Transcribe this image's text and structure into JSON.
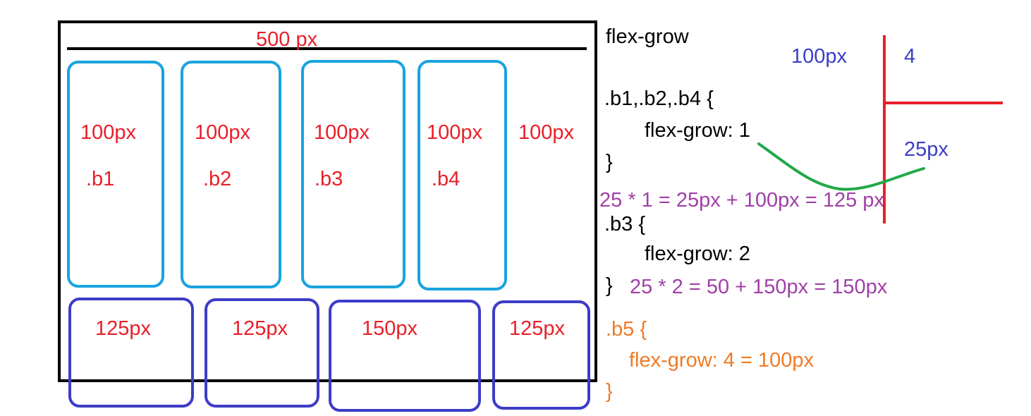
{
  "container": {
    "width_label": "500 px"
  },
  "top_row": [
    {
      "size": "100px",
      "name": ".b1"
    },
    {
      "size": "100px",
      "name": ".b2"
    },
    {
      "size": "100px",
      "name": ".b3"
    },
    {
      "size": "100px",
      "name": ".b4"
    }
  ],
  "free_space_label": "100px",
  "bottom_row": [
    {
      "size": "125px"
    },
    {
      "size": "125px"
    },
    {
      "size": "150px"
    },
    {
      "size": "125px"
    }
  ],
  "code": {
    "heading": "flex-grow",
    "rule1_selector": ".b1,.b2,.b4 {",
    "rule1_decl": "flex-grow: 1",
    "rule1_close": "}",
    "rule1_calc": "25 * 1 = 25px + 100px = 125 px",
    "rule2_selector": ".b3 {",
    "rule2_decl": "flex-grow: 2",
    "rule2_close": "}",
    "rule2_calc": "25 * 2 = 50 + 150px = 150px",
    "rule3_selector": ".b5 {",
    "rule3_decl": "flex-grow: 4 = 100px",
    "rule3_close": "}"
  },
  "division": {
    "dividend": "100px",
    "divisor": "4",
    "quotient": "25px"
  },
  "colors": {
    "container": "#000000",
    "top_boxes": "#1aa3e0",
    "bottom_boxes": "#3c3cc8",
    "annotations": "#e8202a",
    "calc": "#a040a8",
    "b5_rule": "#f07a26",
    "division_lines": "#e8202a",
    "curve": "#22a84a"
  }
}
